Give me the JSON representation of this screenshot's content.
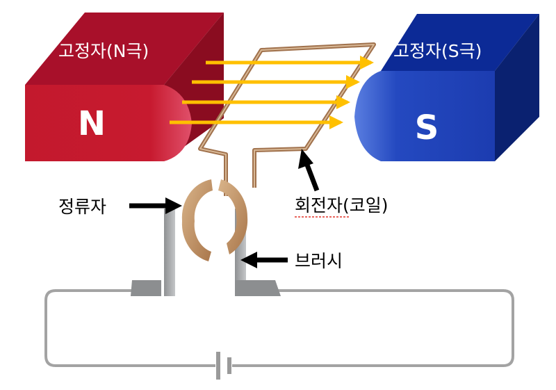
{
  "labels": {
    "stator_n": "고정자(N극)",
    "stator_s": "고정자(S극)",
    "pole_n": "N",
    "pole_s": "S",
    "commutator": "정류자",
    "rotor": "회전자(코일)",
    "brush": "브러시"
  },
  "icons": {
    "arrow": "arrow-icon",
    "battery": "battery-icon"
  },
  "colors": {
    "north_magnet": "#c0182b",
    "north_magnet_top": "#a8102a",
    "north_magnet_side": "#8a0c20",
    "south_magnet": "#1a3fb0",
    "south_magnet_top": "#0c2a96",
    "south_magnet_side": "#0a2170",
    "field_lines": "#ffc000",
    "coil": "#a0714c",
    "commutator": "#c09262",
    "brush": "#a7a9ab",
    "wire": "#a0a0a0",
    "arrow": "#000000"
  }
}
